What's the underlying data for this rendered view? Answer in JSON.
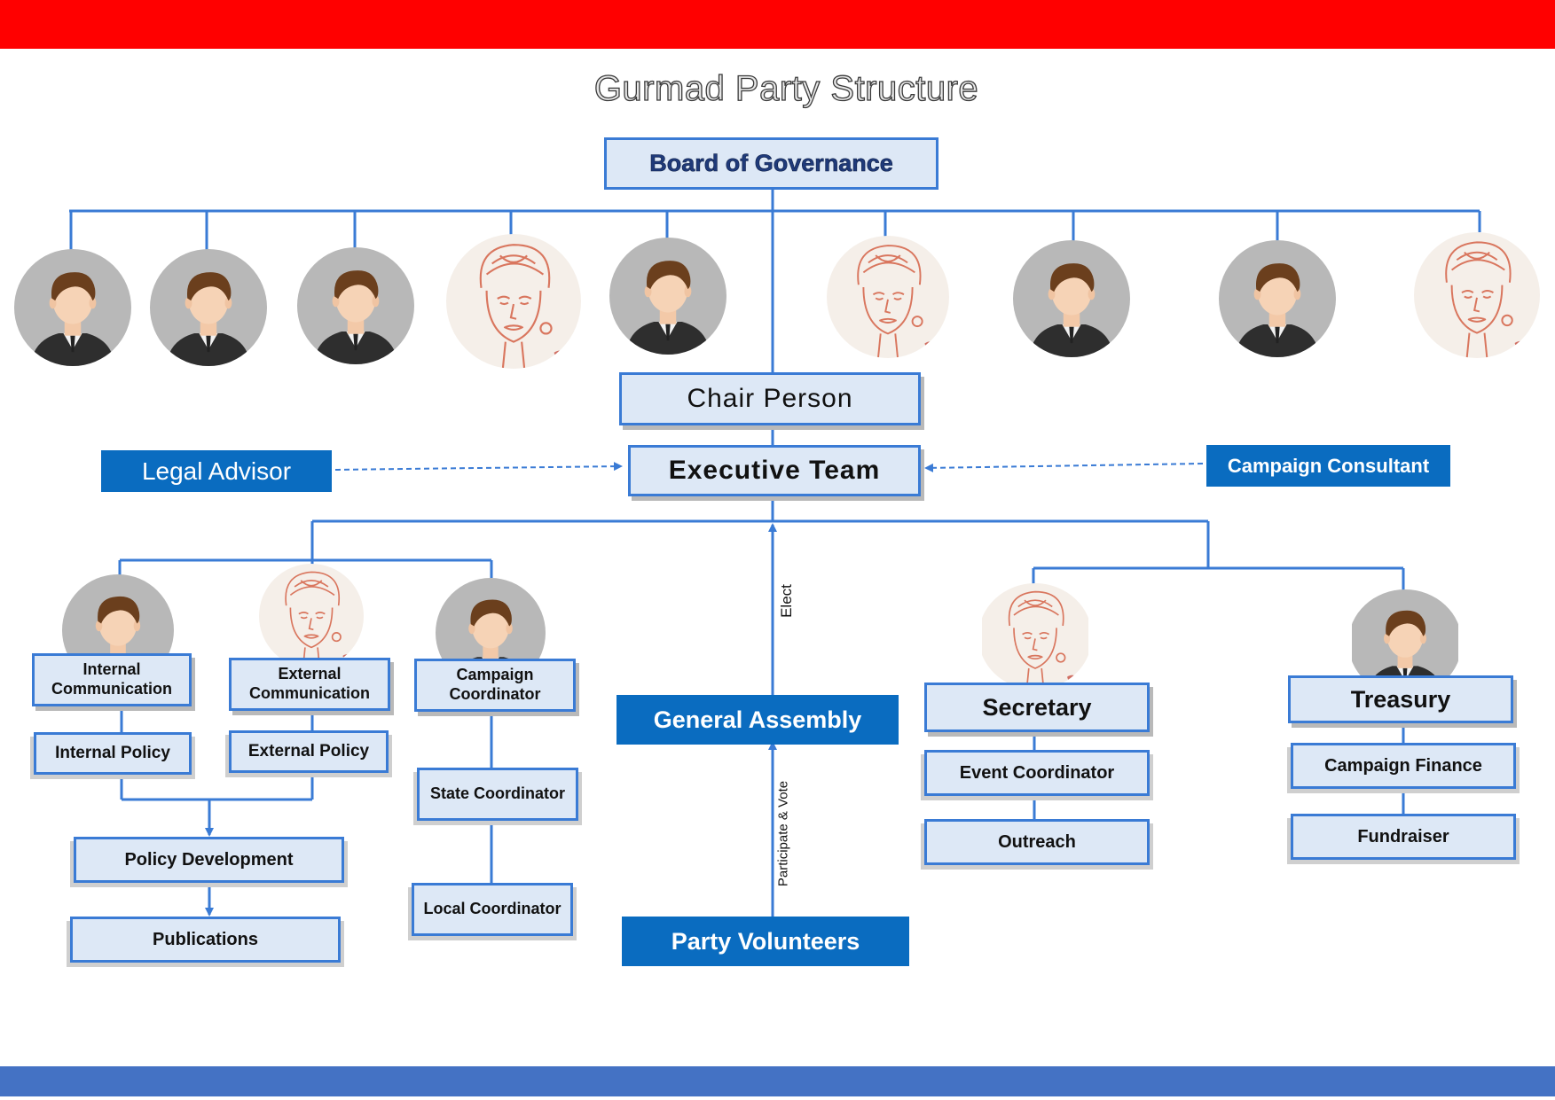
{
  "title": "Gurmad Party Structure",
  "colors": {
    "top_band": "#ff0000",
    "bottom_band": "#4472c4",
    "connector": "#3a7bd5",
    "box_fill": "#dde8f6",
    "solid_box": "#0a6cc0"
  },
  "board": {
    "label": "Board of Governance"
  },
  "board_members": [
    {
      "icon": "man-avatar-icon"
    },
    {
      "icon": "man-avatar-icon"
    },
    {
      "icon": "man-avatar-icon"
    },
    {
      "icon": "woman-sketch-avatar-icon"
    },
    {
      "icon": "man-avatar-icon"
    },
    {
      "icon": "woman-sketch-avatar-icon"
    },
    {
      "icon": "man-avatar-icon"
    },
    {
      "icon": "man-avatar-icon"
    },
    {
      "icon": "woman-sketch-avatar-icon"
    }
  ],
  "chair": {
    "label": "Chair Person"
  },
  "executive": {
    "label": "Executive Team"
  },
  "legal_advisor": {
    "label": "Legal Advisor"
  },
  "campaign_consultant": {
    "label": "Campaign Consultant"
  },
  "communications": {
    "internal": {
      "label": "Internal Communication",
      "icon": "man-avatar-icon"
    },
    "external": {
      "label": "External Communication",
      "icon": "woman-sketch-avatar-icon"
    },
    "campaign_coordinator": {
      "label": "Campaign Coordinator",
      "icon": "man-avatar-icon"
    },
    "internal_policy": {
      "label": "Internal Policy"
    },
    "external_policy": {
      "label": "External Policy"
    },
    "policy_development": {
      "label": "Policy Development"
    },
    "publications": {
      "label": "Publications"
    },
    "state_coordinator": {
      "label": "State Coordinator"
    },
    "local_coordinator": {
      "label": "Local Coordinator"
    }
  },
  "center": {
    "elect_label": "Elect",
    "general_assembly": {
      "label": "General Assembly"
    },
    "participate_label": "Participate & Vote",
    "party_volunteers": {
      "label": "Party Volunteers"
    }
  },
  "secretary": {
    "label": "Secretary",
    "icon": "woman-sketch-avatar-icon",
    "event_coordinator": "Event Coordinator",
    "outreach": "Outreach"
  },
  "treasury": {
    "label": "Treasury",
    "icon": "man-avatar-icon",
    "campaign_finance": "Campaign Finance",
    "fundraiser": "Fundraiser"
  }
}
